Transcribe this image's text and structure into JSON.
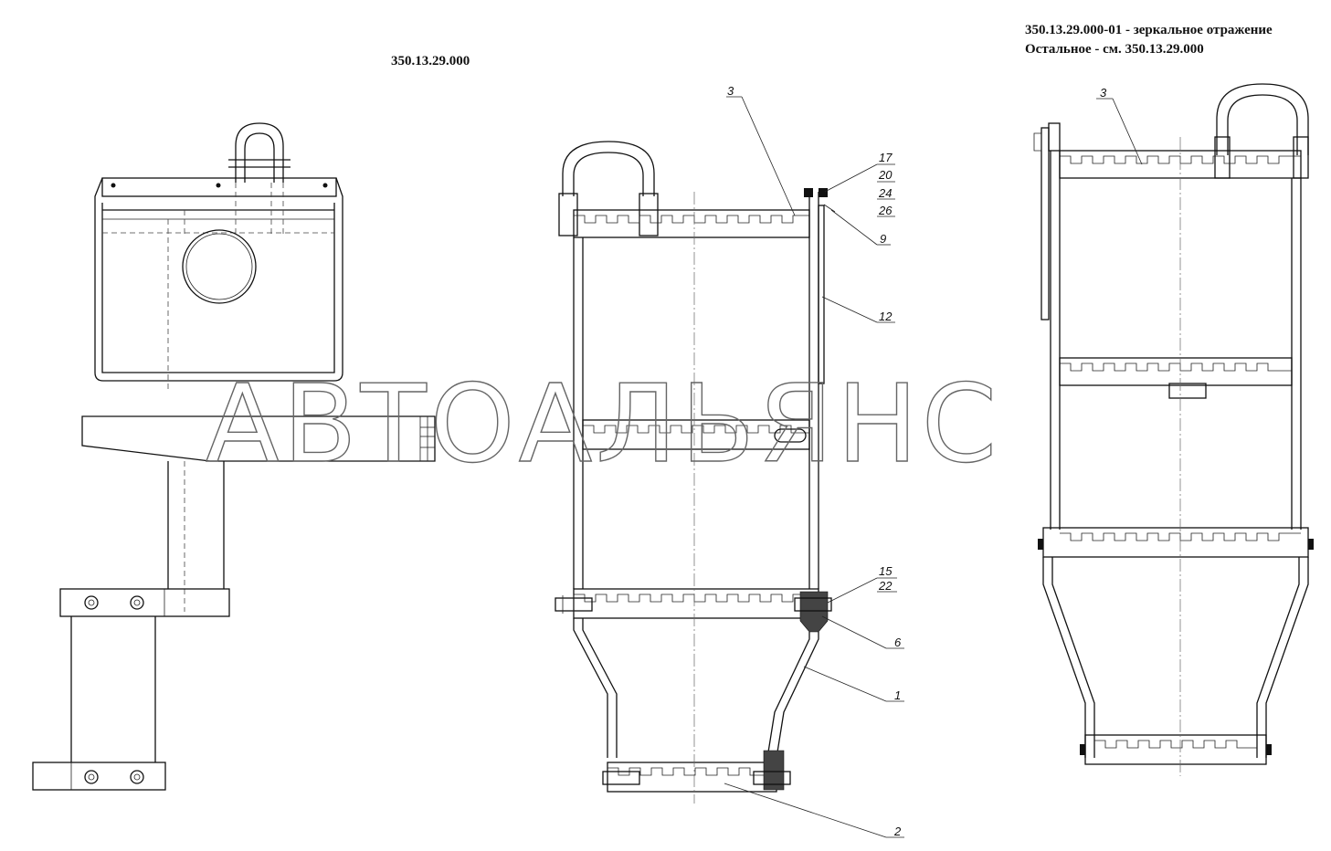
{
  "titles": {
    "main": "350.13.29.000",
    "mirror_line1": "350.13.29.000-01 - зеркальное отражение",
    "mirror_line2": "Остальное - см. 350.13.29.000"
  },
  "watermark": "АВТОАЛЬЯНС",
  "callouts": {
    "front": [
      "3",
      "17",
      "20",
      "24",
      "26",
      "9",
      "12",
      "15",
      "22",
      "6",
      "1",
      "2"
    ],
    "mirror": [
      "3"
    ]
  }
}
